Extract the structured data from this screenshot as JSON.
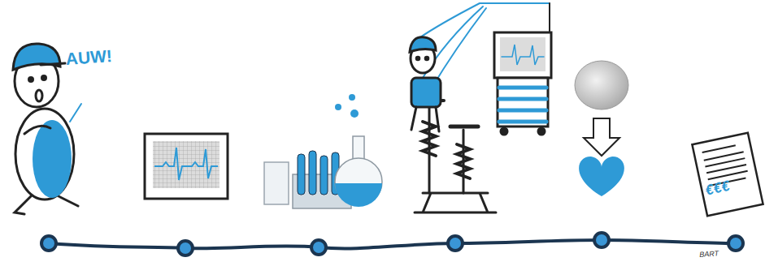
{
  "diagram": {
    "labels": [
      "AUW!",
      "€€€",
      "BART"
    ]
  }
}
